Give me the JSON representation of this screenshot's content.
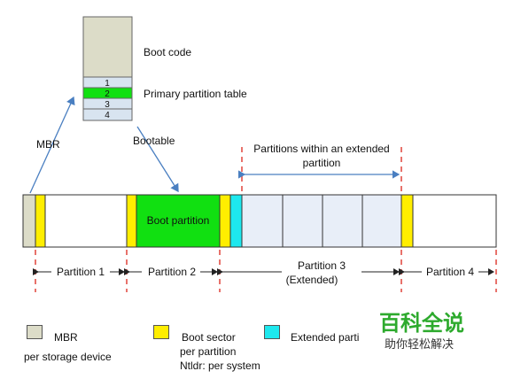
{
  "mbr_stack": {
    "boot_code_label": "Boot code",
    "rows": [
      "1",
      "2",
      "3",
      "4"
    ],
    "highlighted_row": "2",
    "partition_table_label": "Primary partition table"
  },
  "arrows": {
    "mbr_label": "MBR",
    "bootable_label": "Bootable"
  },
  "disk": {
    "boot_partition_label": "Boot partition"
  },
  "extended_header": {
    "line1": "Partitions within an extended",
    "line2": "partition"
  },
  "partition_labels": {
    "p1": "Partition 1",
    "p2": "Partition 2",
    "p3_line1": "Partition 3",
    "p3_line2": "(Extended)",
    "p4": "Partition 4"
  },
  "legend": {
    "mbr": {
      "title": "MBR",
      "subtitle": "per storage device",
      "color": "#dcdcc8"
    },
    "boot_sector": {
      "line1": "Boot sector",
      "line2": "per partition",
      "line3": "Ntldr: per system",
      "color": "#ffee00"
    },
    "extended": {
      "title": "Extended parti",
      "color": "#1ee8ee"
    }
  },
  "colors": {
    "boot_partition": "#11e011",
    "extended_fill": "#e8eef8",
    "mbr_gray": "#dcdcc8",
    "table_row": "#d8e4f0",
    "arrow_blue": "#4a7fc1",
    "dash_red": "#e0433a"
  },
  "watermark": {
    "title": "百科全说",
    "subtitle": "助你轻松解决"
  }
}
